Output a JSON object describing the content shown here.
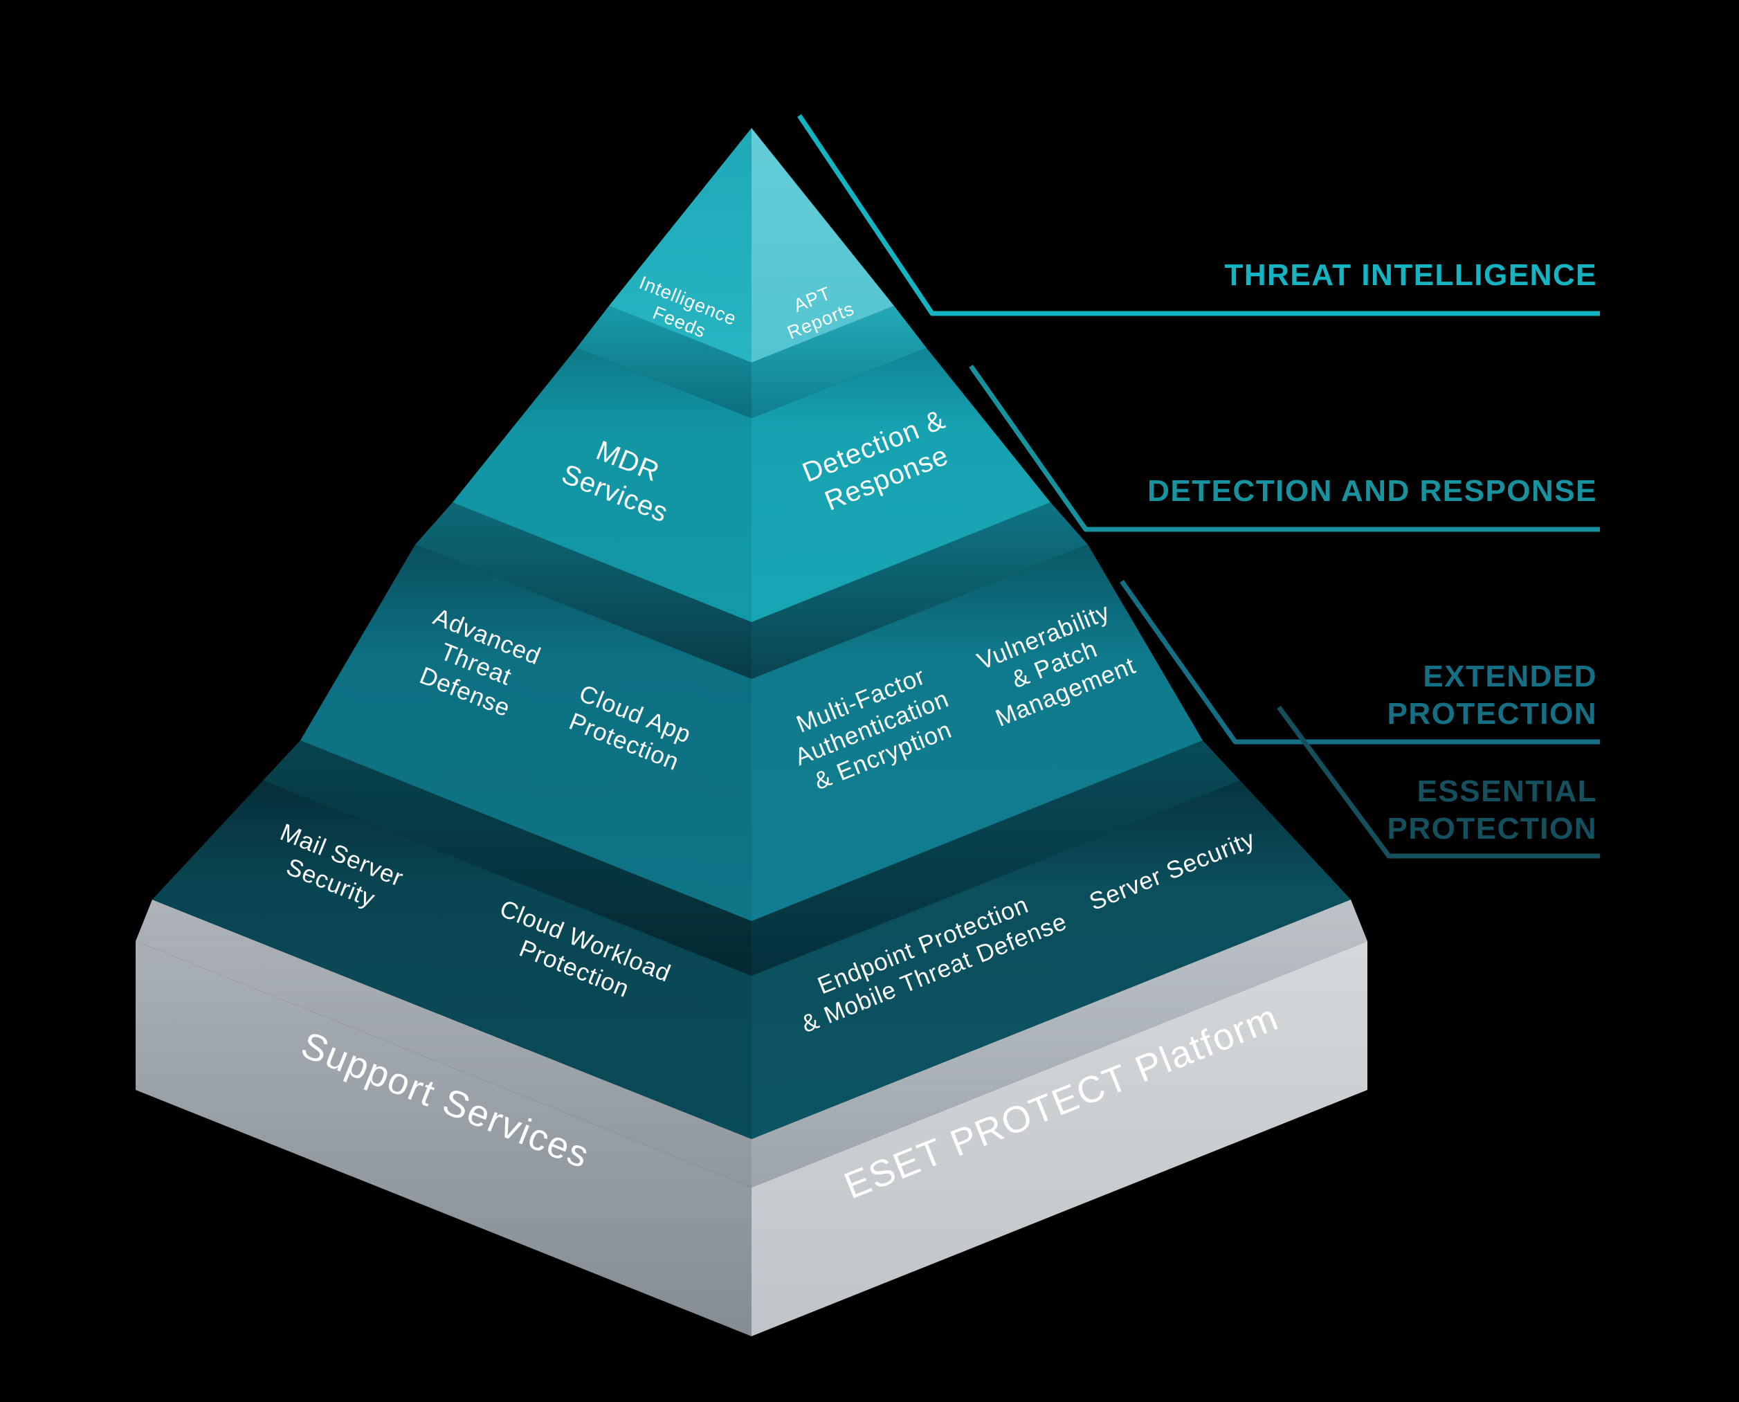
{
  "canvas": {
    "background": "#000000"
  },
  "palette": {
    "tier1_left_face": "#26b5c2",
    "tier1_right_face": "#5ac8d3",
    "tier2_left_face": "#1295a4",
    "tier2_right_face": "#17a2b1",
    "tier3_left_face": "#0d7083",
    "tier3_right_face": "#0f7a8c",
    "tier4_left_face": "#094653",
    "tier4_right_face": "#0b4e5c",
    "base_left_face": "#a9b0b6",
    "base_right_face": "#d4d8db",
    "text_on_faces": "#ffffff"
  },
  "callouts": [
    {
      "lines": [
        "THREAT INTELLIGENCE"
      ],
      "color": "#14b4c2"
    },
    {
      "lines": [
        "DETECTION AND RESPONSE"
      ],
      "color": "#17929f"
    },
    {
      "lines": [
        "EXTENDED",
        "PROTECTION"
      ],
      "color": "#157086"
    },
    {
      "lines": [
        "ESSENTIAL",
        "PROTECTION"
      ],
      "color": "#15505f"
    }
  ],
  "tiers": {
    "tier1": {
      "left": {
        "lines": [
          "Intelligence",
          "Feeds"
        ]
      },
      "right": {
        "lines": [
          "APT",
          "Reports"
        ]
      }
    },
    "tier2": {
      "left": {
        "lines": [
          "MDR",
          "Services"
        ]
      },
      "right": {
        "lines": [
          "Detection &",
          "Response"
        ]
      }
    },
    "tier3": {
      "left_a": {
        "lines": [
          "Advanced",
          "Threat",
          "Defense"
        ]
      },
      "left_b": {
        "lines": [
          "Cloud App",
          "Protection"
        ]
      },
      "right_a": {
        "lines": [
          "Multi-Factor",
          "Authentication",
          "& Encryption"
        ]
      },
      "right_b": {
        "lines": [
          "Vulnerability",
          "& Patch",
          "Management"
        ]
      }
    },
    "tier4": {
      "left_a": {
        "lines": [
          "Mail Server",
          "Security"
        ]
      },
      "left_b": {
        "lines": [
          "Cloud Workload",
          "Protection"
        ]
      },
      "right_a": {
        "lines": [
          "Endpoint Protection",
          "& Mobile Threat Defense"
        ]
      },
      "right_b": {
        "lines": [
          "Server Security"
        ]
      }
    },
    "base": {
      "left": {
        "lines": [
          "Support Services"
        ]
      },
      "right": {
        "lines": [
          "ESET PROTECT Platform"
        ]
      }
    }
  }
}
